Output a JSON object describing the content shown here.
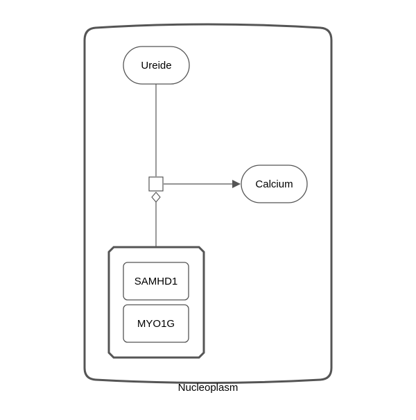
{
  "compartment": {
    "label": "Nucleoplasm"
  },
  "nodes": {
    "ureide": {
      "label": "Ureide"
    },
    "calcium": {
      "label": "Calcium"
    },
    "complex": {
      "members": [
        {
          "label": "SAMHD1"
        },
        {
          "label": "MYO1G"
        }
      ]
    }
  },
  "colors": {
    "stroke": "#555555",
    "fill": "#ffffff",
    "text": "#000000"
  }
}
